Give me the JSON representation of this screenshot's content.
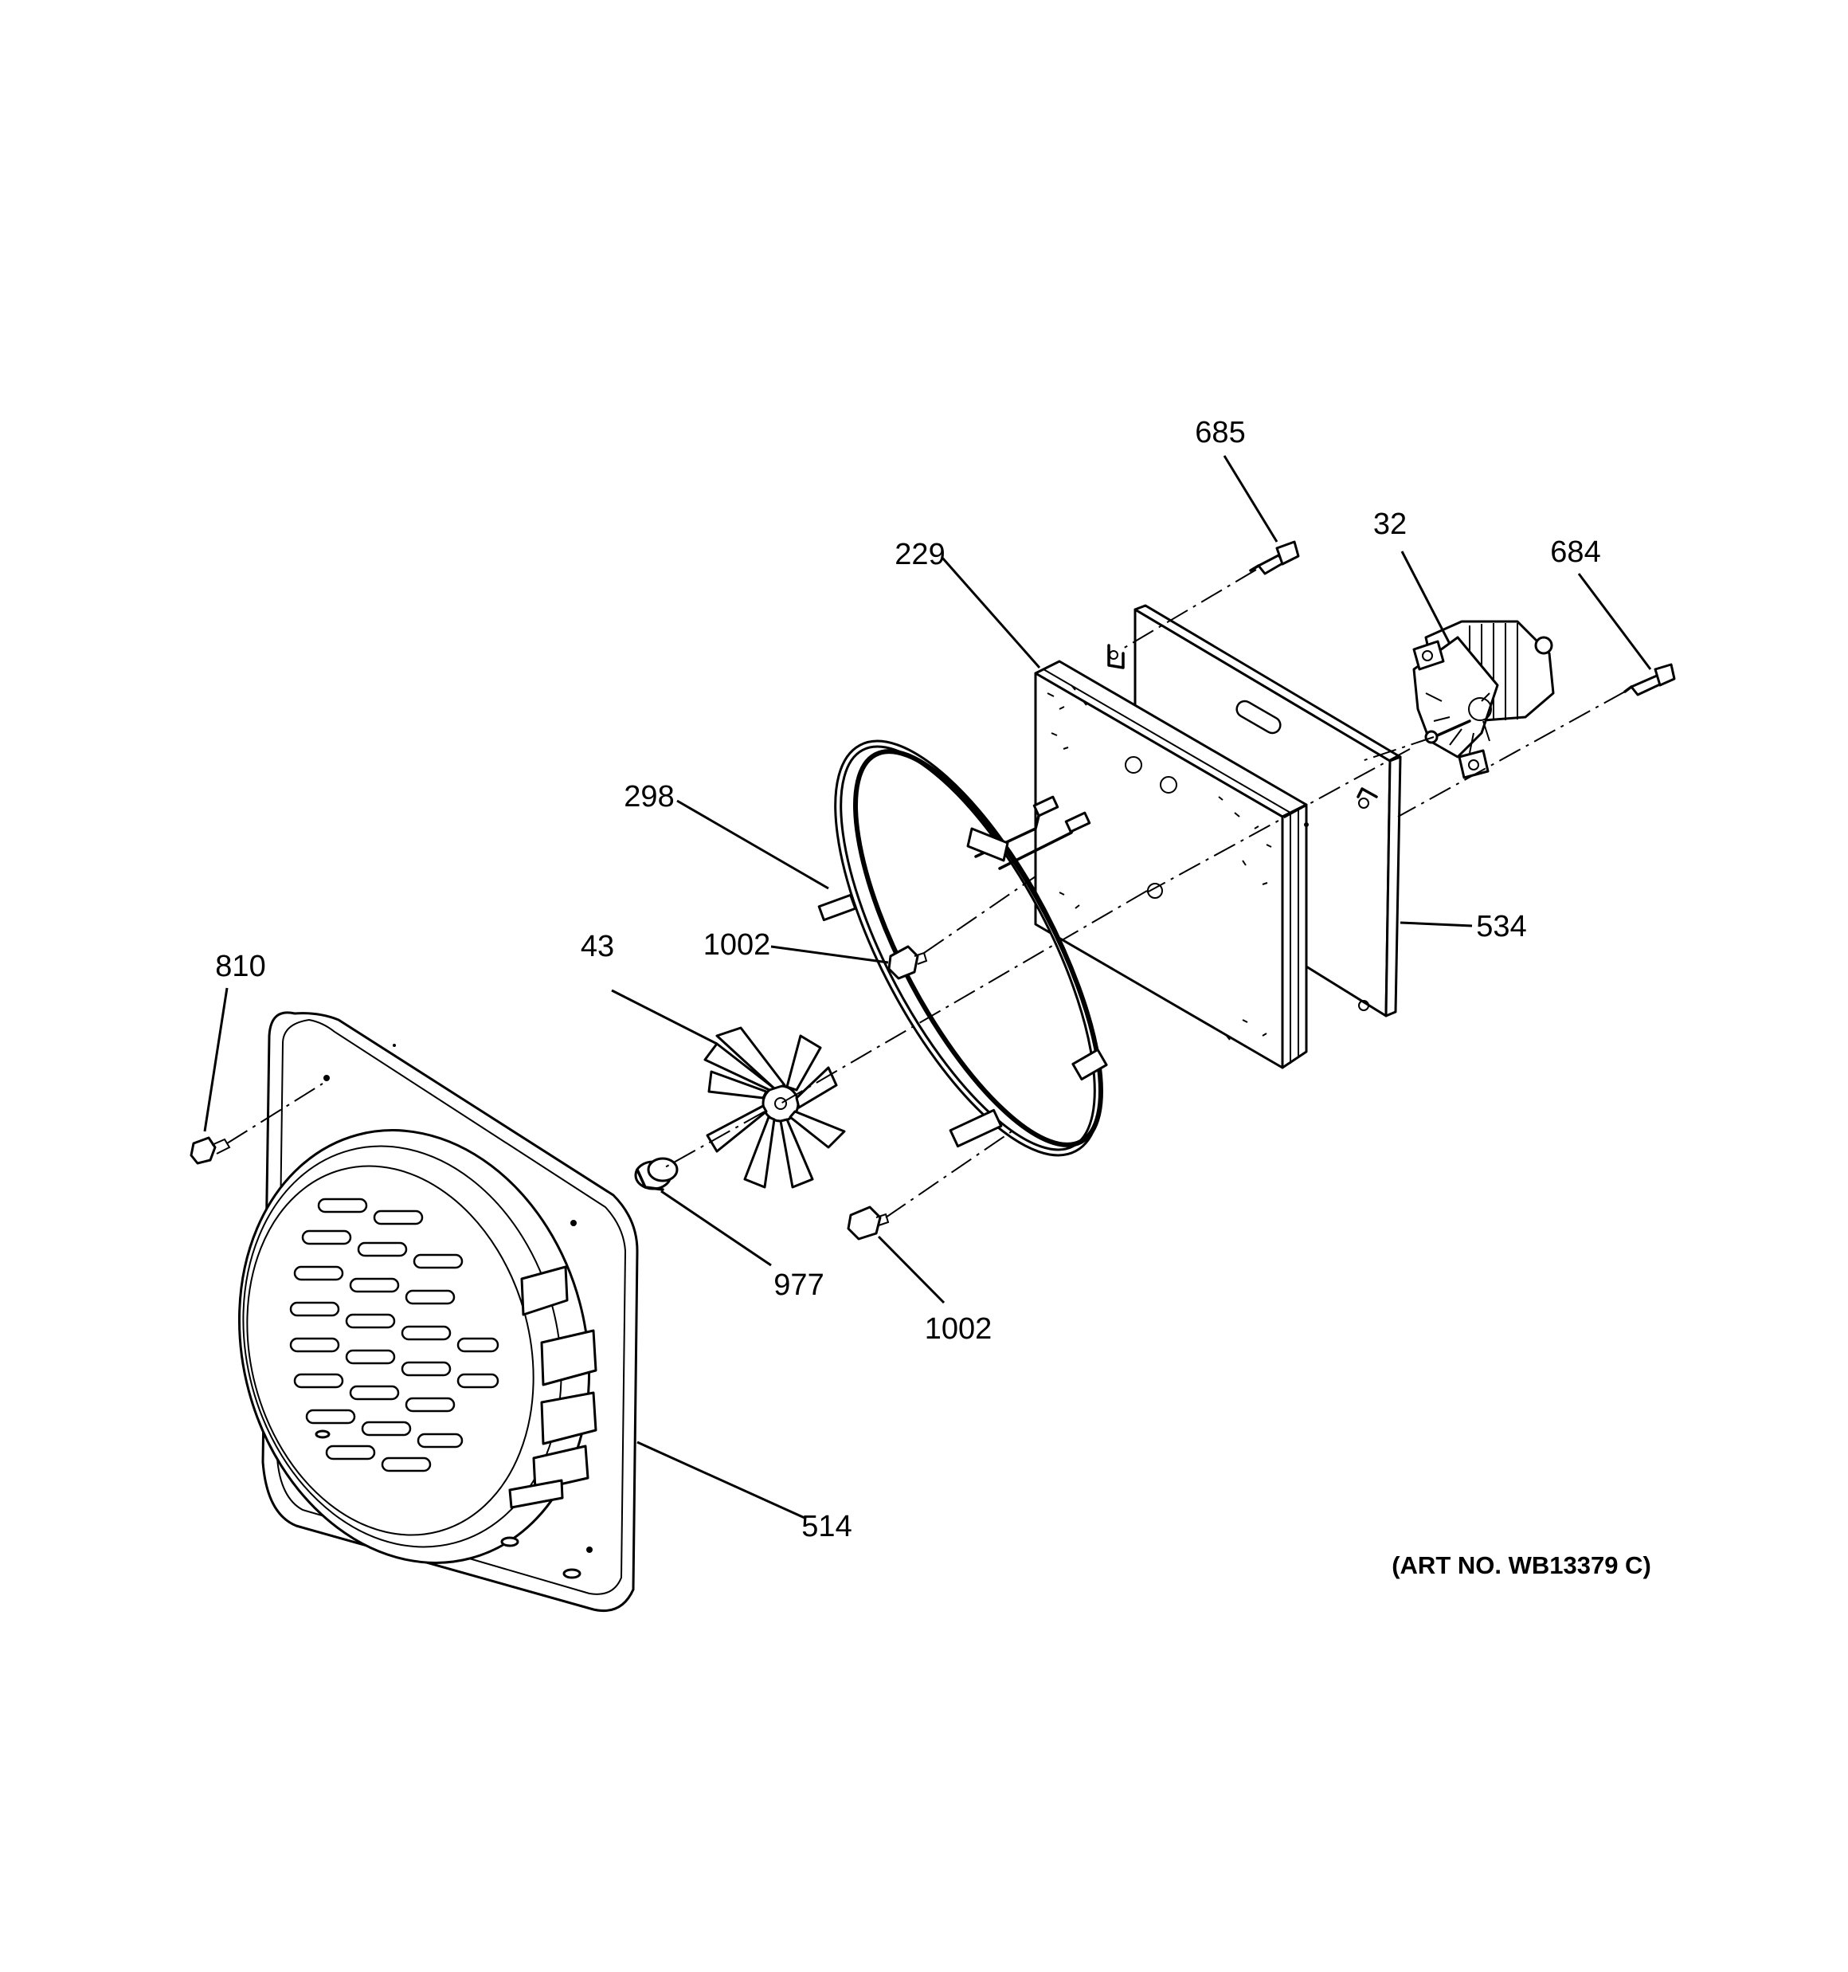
{
  "parts": [
    {
      "id": "685",
      "label": "685"
    },
    {
      "id": "229",
      "label": "229"
    },
    {
      "id": "32",
      "label": "32"
    },
    {
      "id": "684",
      "label": "684"
    },
    {
      "id": "298",
      "label": "298"
    },
    {
      "id": "1002a",
      "label": "1002"
    },
    {
      "id": "534",
      "label": "534"
    },
    {
      "id": "810",
      "label": "810"
    },
    {
      "id": "43",
      "label": "43"
    },
    {
      "id": "977",
      "label": "977"
    },
    {
      "id": "1002b",
      "label": "1002"
    },
    {
      "id": "514",
      "label": "514"
    }
  ],
  "art_number": "(ART NO. WB13379 C)"
}
